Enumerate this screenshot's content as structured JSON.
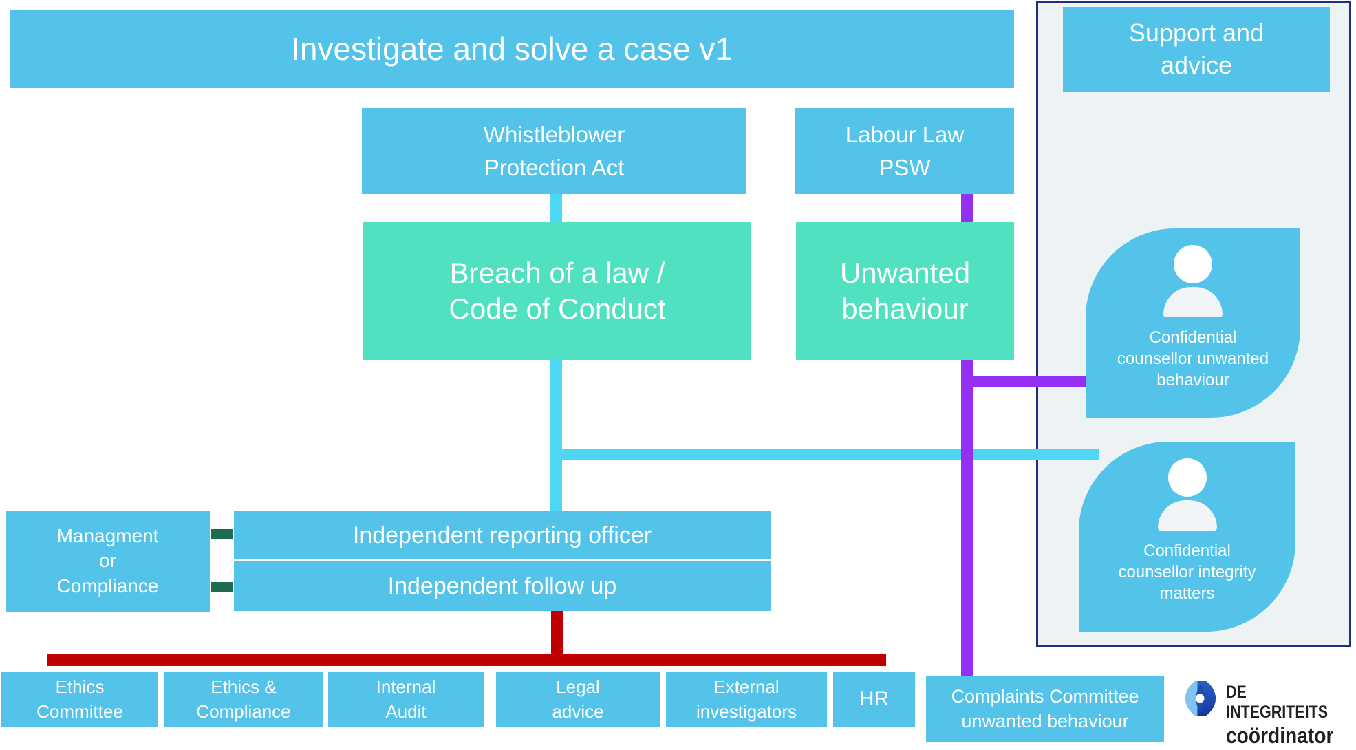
{
  "colors": {
    "box_blue": "#53C3E9",
    "green_box": "#4FE1C0",
    "cyan_line": "#4ED6F7",
    "purple_line": "#9430F3",
    "red_line": "#C00000",
    "dark_green_connector": "#1C6B52",
    "panel_border_navy": "#1F2F7E",
    "panel_bg": "#EDF2F5"
  },
  "header": {
    "title": "Investigate and solve a case v1"
  },
  "flow": {
    "whistleblower_act": "Whistleblower\nProtection Act",
    "labour_law": "Labour Law\nPSW",
    "breach": "Breach of a law /\nCode of Conduct",
    "unwanted_behaviour": "Unwanted\nbehaviour",
    "management": "Managment\nor\nCompliance",
    "reporting_officer": "Independent reporting officer",
    "follow_up": "Independent follow up"
  },
  "support_panel": {
    "title": "Support and\nadvice",
    "counsellor_unwanted": "Confidential\ncounsellor unwanted\nbehaviour",
    "counsellor_integrity": "Confidential\ncounsellor integrity\nmatters"
  },
  "bottom_row": {
    "items": [
      {
        "label": "Ethics\nCommittee"
      },
      {
        "label": "Ethics &\nCompliance"
      },
      {
        "label": "Internal\nAudit"
      },
      {
        "label": "Legal\nadvice"
      },
      {
        "label": "External\ninvestigators"
      },
      {
        "label": "HR"
      },
      {
        "label": "Complaints Committee\nunwanted behaviour"
      }
    ]
  },
  "logo": {
    "line1": "DE INTEGRITEITS",
    "line2": "coördinator"
  }
}
